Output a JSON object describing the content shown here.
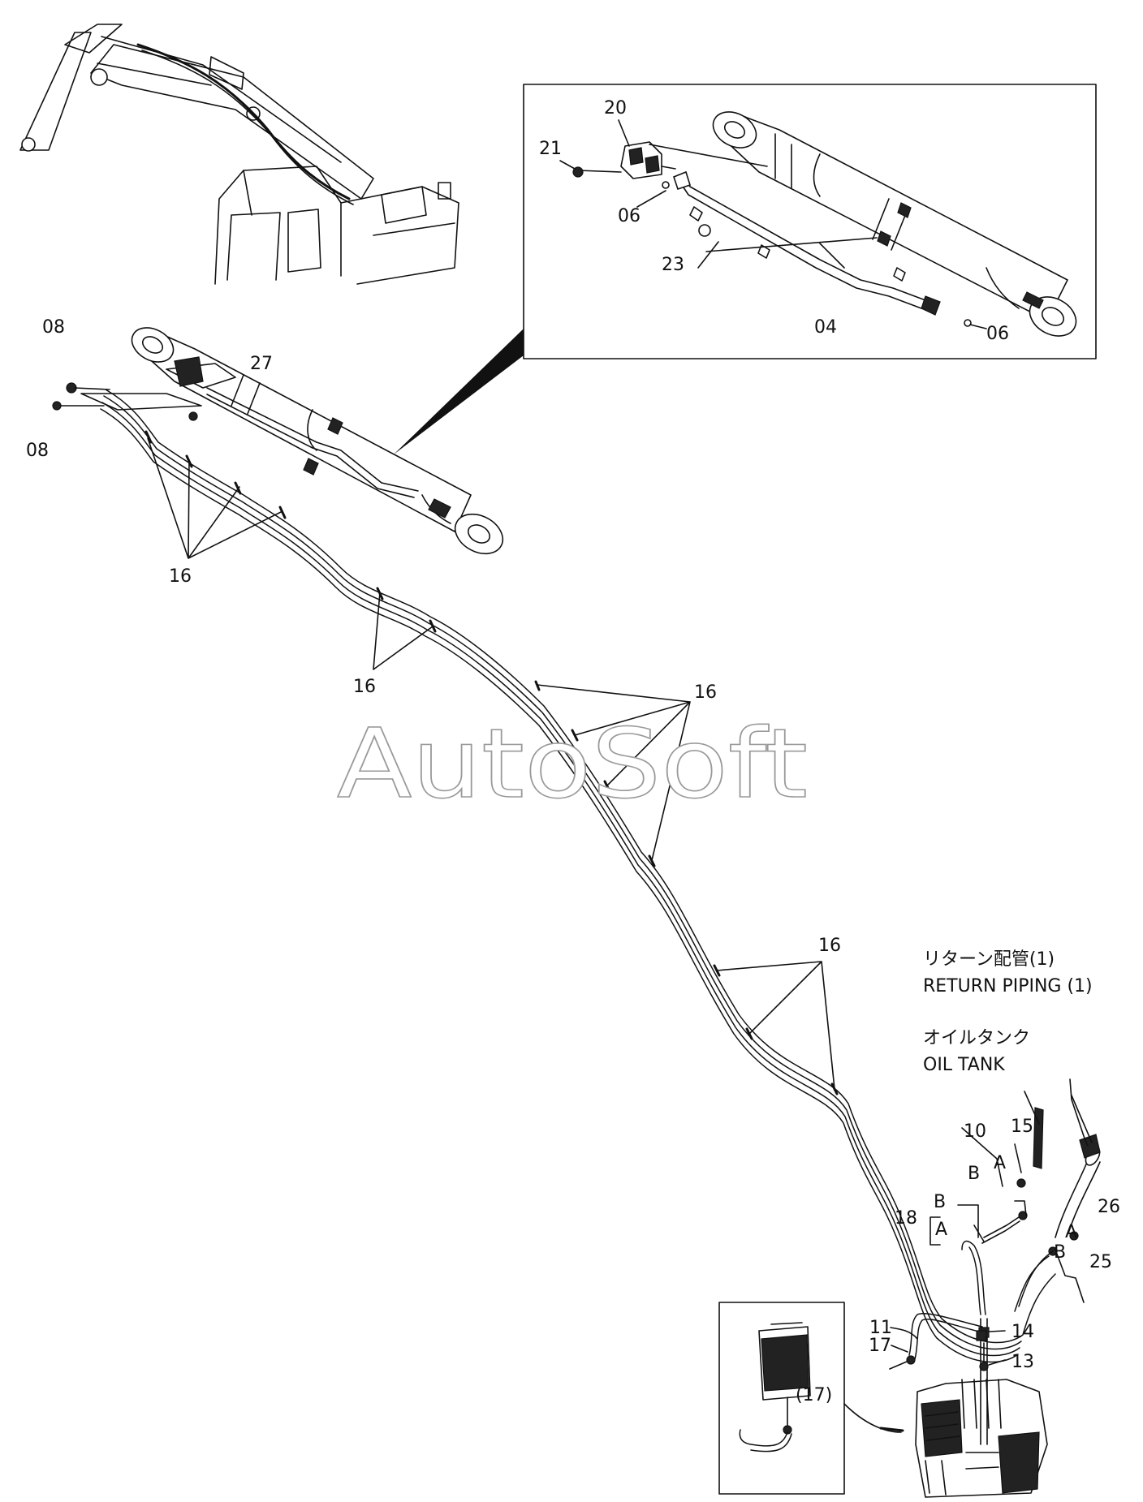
{
  "watermark": "AutoSoft",
  "callouts": {
    "p20": "20",
    "p21": "21",
    "p06a": "06",
    "p23": "23",
    "p04": "04",
    "p06b": "06",
    "p08a": "08",
    "p08b": "08",
    "p27": "27",
    "p16a": "16",
    "p16b": "16",
    "p16c": "16",
    "p16d": "16",
    "p10": "10",
    "p15": "15",
    "p18": "18",
    "p26": "26",
    "p25": "25",
    "p11": "11",
    "p17": "17",
    "p14": "14",
    "p13": "13",
    "p17ref": "(17)",
    "a1": "A",
    "b1": "B",
    "b2": "B",
    "a2": "A",
    "a3": "A",
    "b3": "B"
  },
  "labels": {
    "return_jp": "リターン配管(1)",
    "return_en": "RETURN PIPING (1)",
    "tank_jp": "オイルタンク",
    "tank_en": "OIL TANK"
  }
}
